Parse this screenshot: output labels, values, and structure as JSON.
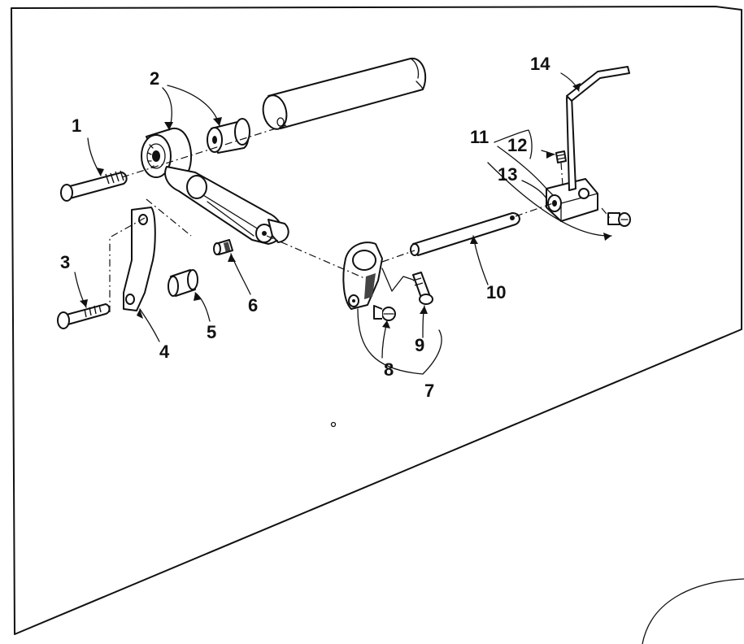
{
  "diagram": {
    "callouts": [
      {
        "id": "1",
        "label": "1"
      },
      {
        "id": "2",
        "label": "2"
      },
      {
        "id": "3",
        "label": "3"
      },
      {
        "id": "4",
        "label": "4"
      },
      {
        "id": "5",
        "label": "5"
      },
      {
        "id": "6",
        "label": "6"
      },
      {
        "id": "7",
        "label": "7"
      },
      {
        "id": "8",
        "label": "8"
      },
      {
        "id": "9",
        "label": "9"
      },
      {
        "id": "10",
        "label": "10"
      },
      {
        "id": "11",
        "label": "11"
      },
      {
        "id": "12",
        "label": "12"
      },
      {
        "id": "13",
        "label": "13"
      },
      {
        "id": "14",
        "label": "14"
      }
    ],
    "ink_color": "#111111",
    "paper_color": "#ffffff"
  }
}
